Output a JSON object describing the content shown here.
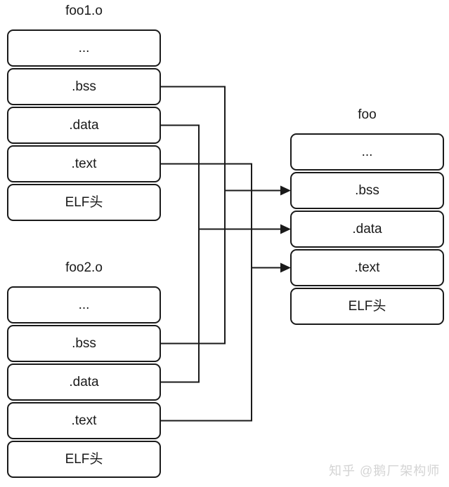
{
  "diagram": {
    "object_file_1": {
      "title": "foo1.o",
      "sections": [
        "...",
        ".bss",
        ".data",
        ".text",
        "ELF头"
      ]
    },
    "object_file_2": {
      "title": "foo2.o",
      "sections": [
        "...",
        ".bss",
        ".data",
        ".text",
        "ELF头"
      ]
    },
    "output_file": {
      "title": "foo",
      "sections": [
        "...",
        ".bss",
        ".data",
        ".text",
        "ELF头"
      ]
    },
    "connections": [
      {
        "name": "bss-merge",
        "from": [
          "foo1.o .bss",
          "foo2.o .bss"
        ],
        "to": "foo .bss"
      },
      {
        "name": "data-merge",
        "from": [
          "foo1.o .data",
          "foo2.o .data"
        ],
        "to": "foo .data"
      },
      {
        "name": "text-merge",
        "from": [
          "foo1.o .text",
          "foo2.o .text"
        ],
        "to": "foo .text"
      }
    ]
  },
  "watermark": {
    "text": "知乎 @鹅厂架构师"
  },
  "colors": {
    "line": "#1a1a1a",
    "text": "#1a1a1a",
    "box_border": "#1a1a1a",
    "box_fill": "#ffffff",
    "background": "#ffffff",
    "watermark": "#d4d4d4"
  }
}
